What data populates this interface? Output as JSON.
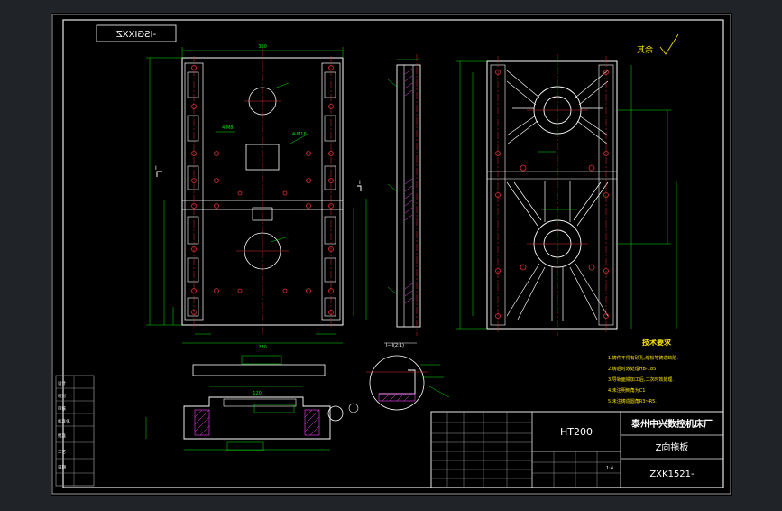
{
  "colors": {
    "background": "#202327",
    "paper": "#000000",
    "border": "#e6e6e6",
    "outline": "#ffffff",
    "dimension": "#00e600",
    "centerline": "#e03030",
    "hatch": "#ff40ff",
    "text_yellow": "#ffe600",
    "frame_gray": "#9a9a9a"
  },
  "drawing_number_mirrored": "-ISGIXXZ",
  "roughness_note": "其余",
  "technical_requirements": {
    "title": "技术要求",
    "items": [
      "1.铸件不得有砂孔,缩松等铸造缺陷.",
      "2.铸后时效处理HB-185",
      "3.导轨面铣加工后,二次时效处理.",
      "4.未注明倒角为C1",
      "5.未注铸造圆角R3~R5."
    ]
  },
  "title_block": {
    "material": "HT200",
    "company": "泰州中兴数控机床厂",
    "part_name": "Z向拖板",
    "drawing_number": "ZXK1521-"
  },
  "dimension_labels": {
    "top_width": "360",
    "hole_spec_1": "4-M8",
    "hole_spec_2": "4-M16",
    "section_label": "I—I(2:1)",
    "scale": "1:4",
    "width_270": "270",
    "width_120": "120"
  },
  "side_table": {
    "rows": [
      "设计",
      "校对",
      "审核",
      "标准化",
      "批准",
      "工艺",
      "日期"
    ]
  }
}
